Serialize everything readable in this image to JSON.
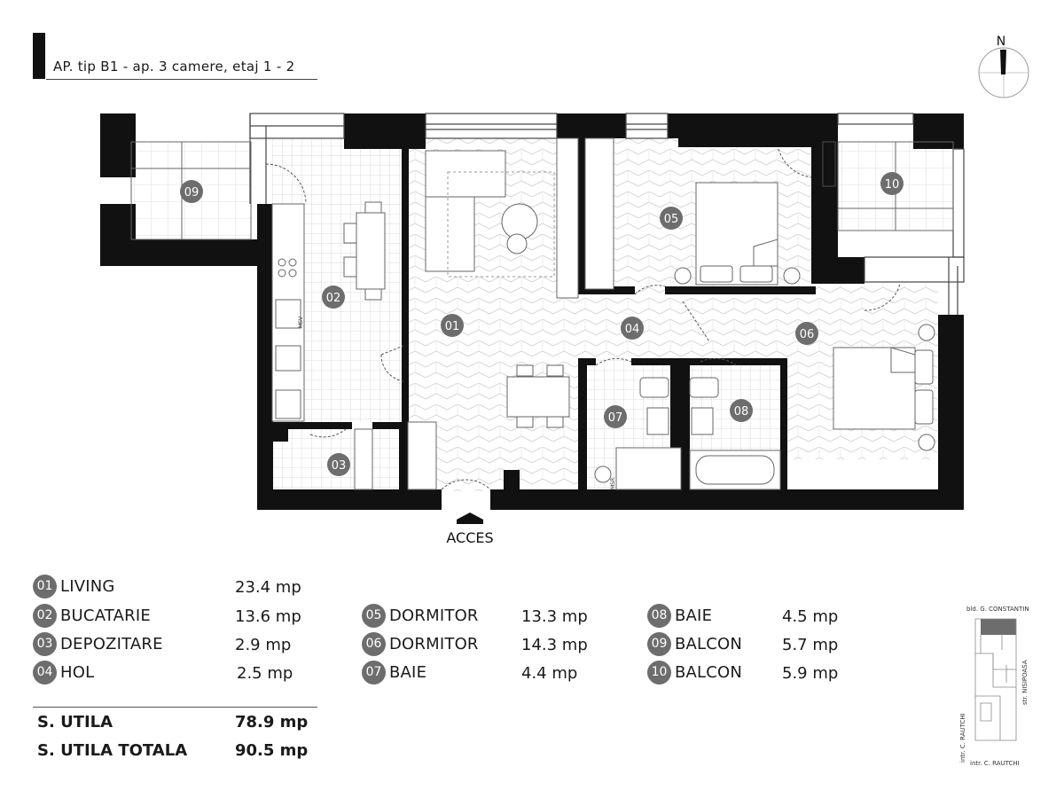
{
  "title": "AP. tip B1 - ap. 3 camere, etaj 1 - 2",
  "compass": {
    "north_label": "N"
  },
  "entrance_label": "ACCES",
  "rooms": [
    {
      "num": "01",
      "name": "LIVING",
      "area": "23.4 mp"
    },
    {
      "num": "02",
      "name": "BUCATARIE",
      "area": "13.6 mp"
    },
    {
      "num": "03",
      "name": "DEPOZITARE",
      "area": "2.9 mp"
    },
    {
      "num": "04",
      "name": "HOL",
      "area": "2.5 mp"
    },
    {
      "num": "05",
      "name": "DORMITOR",
      "area": "13.3 mp"
    },
    {
      "num": "06",
      "name": "DORMITOR",
      "area": "14.3 mp"
    },
    {
      "num": "07",
      "name": "BAIE",
      "area": "4.4 mp"
    },
    {
      "num": "08",
      "name": "BAIE",
      "area": "4.5 mp"
    },
    {
      "num": "09",
      "name": "BALCON",
      "area": "5.7 mp"
    },
    {
      "num": "10",
      "name": "BALCON",
      "area": "5.9 mp"
    }
  ],
  "totals": [
    {
      "label": "S. UTILA",
      "value": "78.9 mp"
    },
    {
      "label": "S. UTILA TOTALA",
      "value": "90.5 mp"
    }
  ],
  "fixture_labels": {
    "msv": "MSV",
    "msr": "MSR"
  },
  "site_plan": {
    "street_top": "bld. G. CONSTANTIN",
    "street_right": "str. NISIPOASA",
    "street_left": "intr. C. RAUTCHI",
    "street_bottom": "intr. C. RAUTCHI"
  },
  "colors": {
    "wall": "#111111",
    "badge": "#6d6d6d",
    "grid_line": "#cfcfcf",
    "highlight": "#6d6d6d"
  }
}
